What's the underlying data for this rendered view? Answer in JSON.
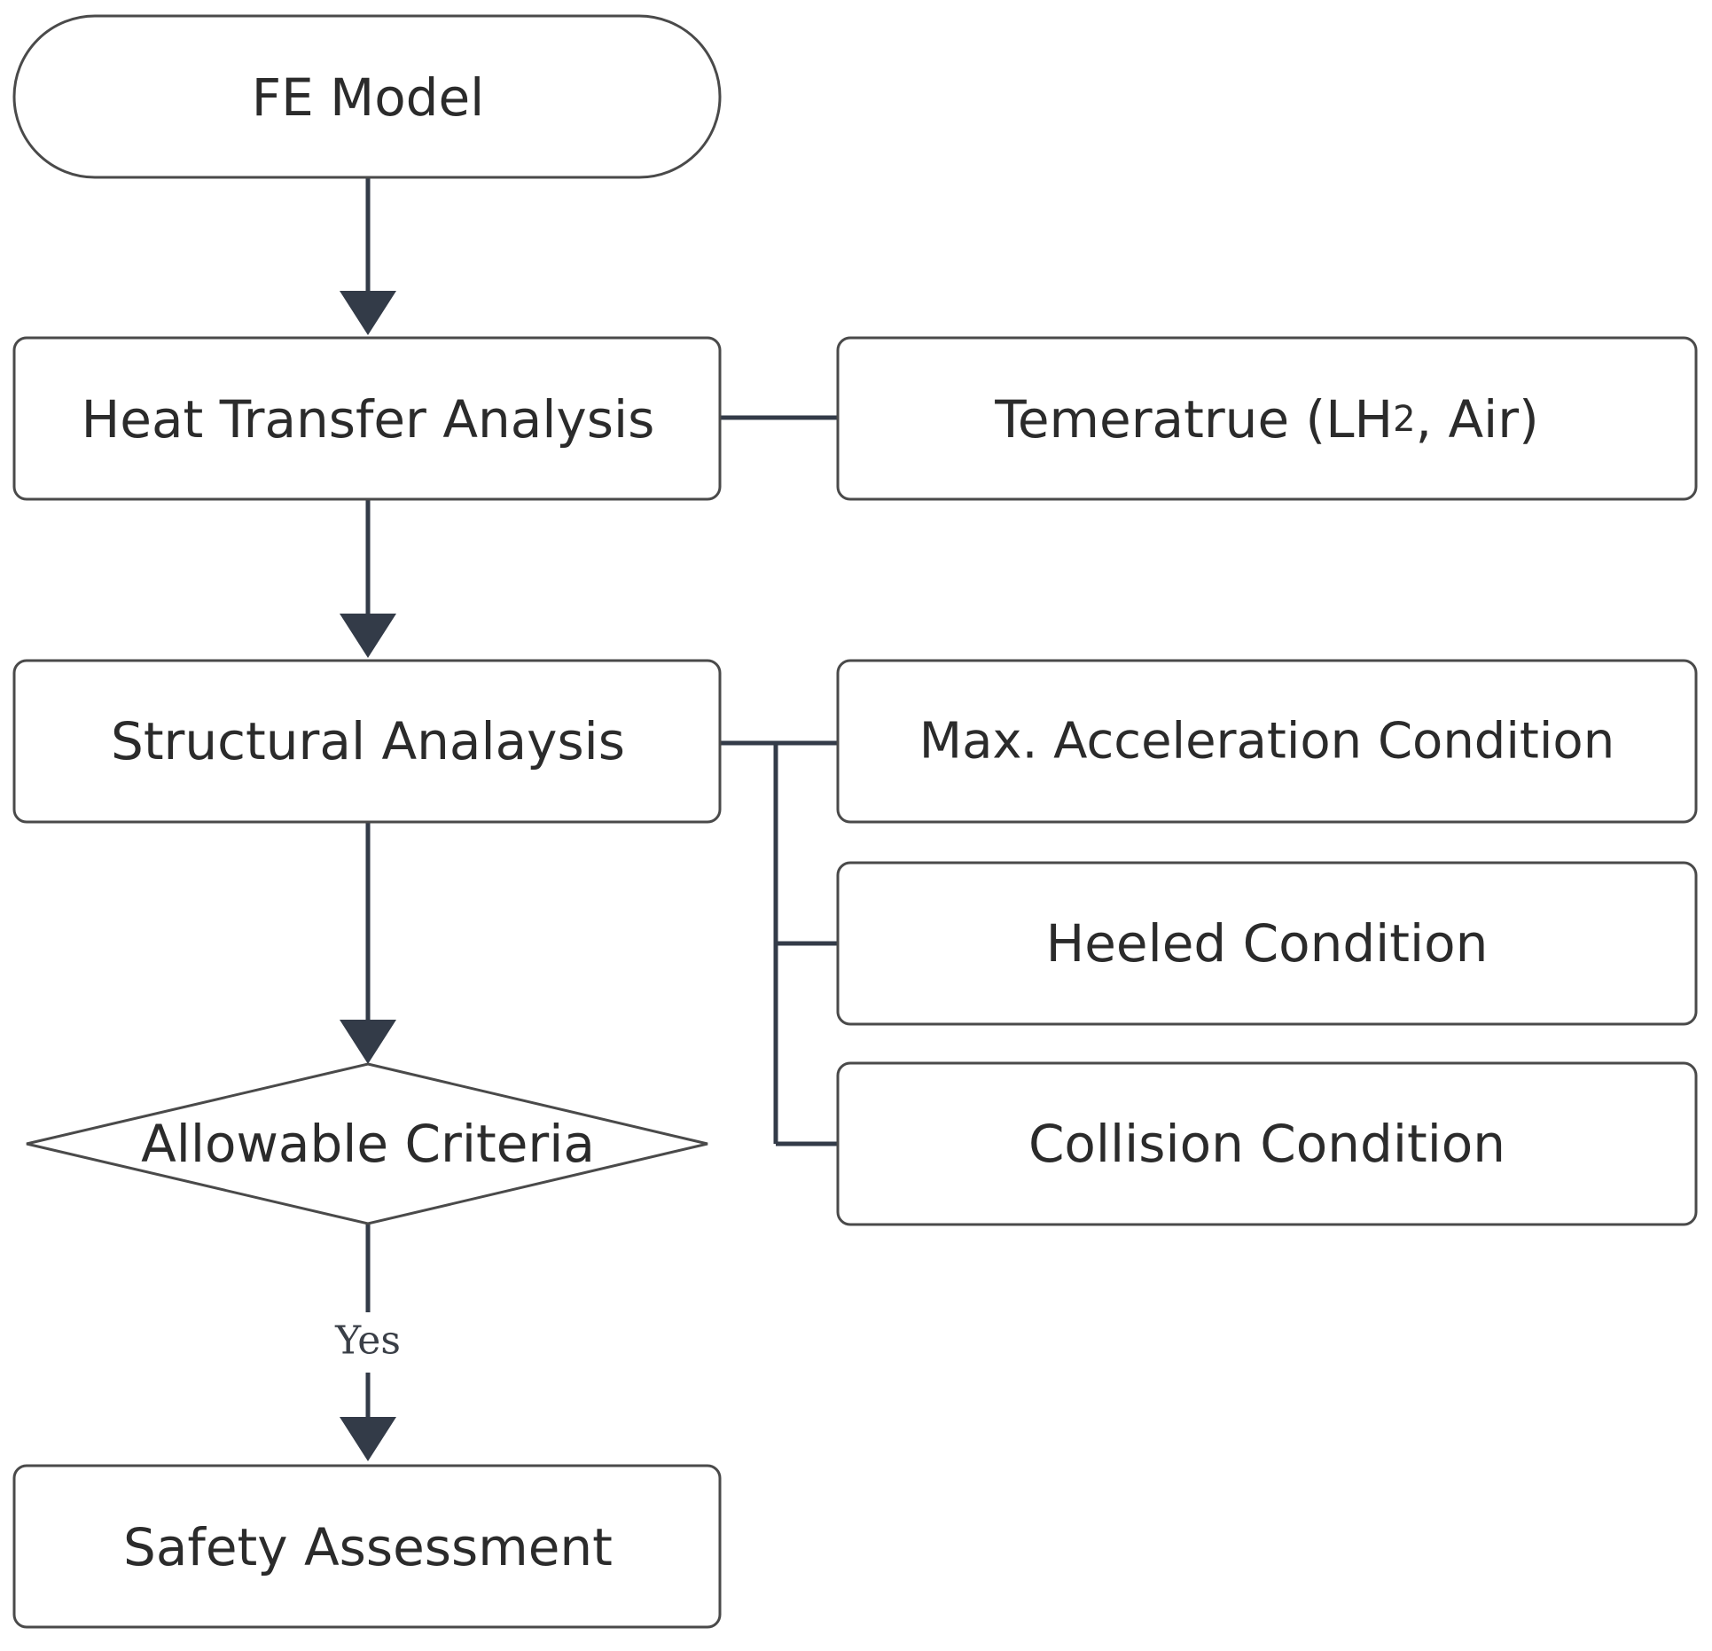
{
  "nodes": {
    "fe_model": "FE Model",
    "heat_transfer": "Heat Transfer Analysis",
    "temperature": "Temeratrue (LH",
    "temperature_sub": "2",
    "temperature_rest": ", Air)",
    "structural": "Structural Analaysis",
    "max_accel": "Max. Acceleration Condition",
    "heeled": "Heeled Condition",
    "collision": "Collision Condition",
    "criteria": "Allowable Criteria",
    "safety": "Safety Assessment"
  },
  "edges": {
    "yes_label": "Yes"
  },
  "colors": {
    "connector": "#333b48",
    "border": "#4a4a4a",
    "text": "#2b2b2b"
  }
}
